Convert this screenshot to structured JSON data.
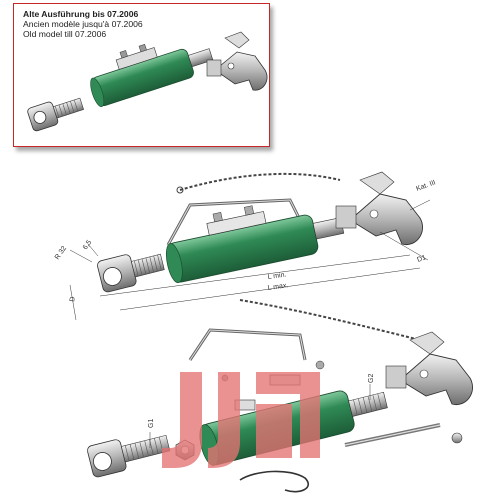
{
  "inset": {
    "title": "Alte Ausführung bis 07.2006",
    "line_fr": "Ancien modèle jusqu'à 07.2006",
    "line_en": "Old model till 07.2006"
  },
  "dimensions": {
    "kat": "Kat. III",
    "r32": "R 32",
    "d65": "6,5",
    "d": "D",
    "d1": "D1",
    "lmin": "L min.",
    "lmax": "L max."
  },
  "parts": {
    "g1": "G1",
    "g2": "G2"
  },
  "colors": {
    "cylinder_green": "#2f8a55",
    "cylinder_dark": "#1d5d38",
    "frame_red": "#c62828",
    "watermark": "#d9534f"
  },
  "icons": {
    "watermark": "jj-logo-watermark"
  }
}
